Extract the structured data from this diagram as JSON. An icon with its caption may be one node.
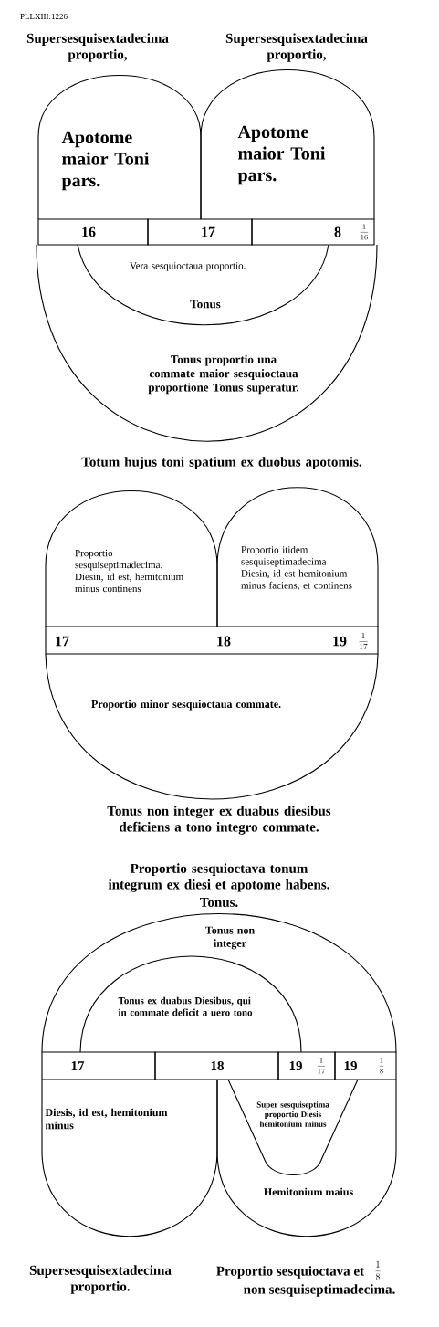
{
  "diagram": {
    "nodes": [
      {
        "text": [
          "Apotome maior Toni pars."
        ]
      },
      {
        "text": [
          "Apotome maior Toni pars."
        ]
      },
      {
        "text": [
          "16"
        ]
      },
      {
        "text": [
          "17"
        ]
      },
      {
        "text": [
          "8"
        ]
      },
      {
        "text": [
          "Tonus proportio una commate maior sesquioctaua proportione Tonus superatur."
        ]
      },
      {
        "text": [
          "Vera sesquioctaua proportio.",
          "Tonus"
        ],
        "in": 5
      },
      {
        "text": [
          "Proportio sesquiseptimadecima. Diesin, id est, hemitonium minus continens"
        ]
      },
      {
        "text": [
          "Proportio itidem sesquiseptimadecima Diesin, id est hemitonium minus faciens, et continens"
        ]
      },
      {
        "text": [
          "17",
          "18",
          "19"
        ]
      },
      {
        "text": [
          "Proportio minor sesquioctaua commate."
        ]
      },
      {
        "text": [
          "Tonus non integer"
        ]
      },
      {
        "text": [
          "Tonus ex duabus Diesibus, qui in commate deficit a uero tono"
        ],
        "in": 11
      },
      {
        "text": [
          "17"
        ]
      },
      {
        "text": [
          "18"
        ]
      },
      {
        "text": [
          "19"
        ]
      },
      {
        "text": [
          "19"
        ]
      },
      {
        "text": [
          "Diesis, id est, hemitonium minus"
        ]
      },
      {
        "text": [
          "Hemitonium maius"
        ]
      },
      {
        "text": [
          "Super sesquiseptima proportio Diesis hemitonium minus"
        ],
        "in": 18
      }
    ],
    "labels": [
      "PLLXIII:1226",
      "Supersesquisextadecima proportio,",
      "Supersesquisextadecima proportio,",
      "\\frac{1}{16}",
      "Totum hujus toni spatium ex duobus apotomis.",
      "\\frac{1}{17}",
      "Tonus non integer ex duabus diesibus deficiens a tono integro commate.",
      "Proportio sesquioctava tonum integrum ex diesi et apotome habens.",
      "Tonus.",
      "\\frac{1}{17}",
      "\\frac{1}{8}",
      "Supersesquisextadecima proportio.",
      "Proportio sesquioctava et",
      "\\frac{1}{8}",
      "non sesquiseptimadecima."
    ]
  }
}
